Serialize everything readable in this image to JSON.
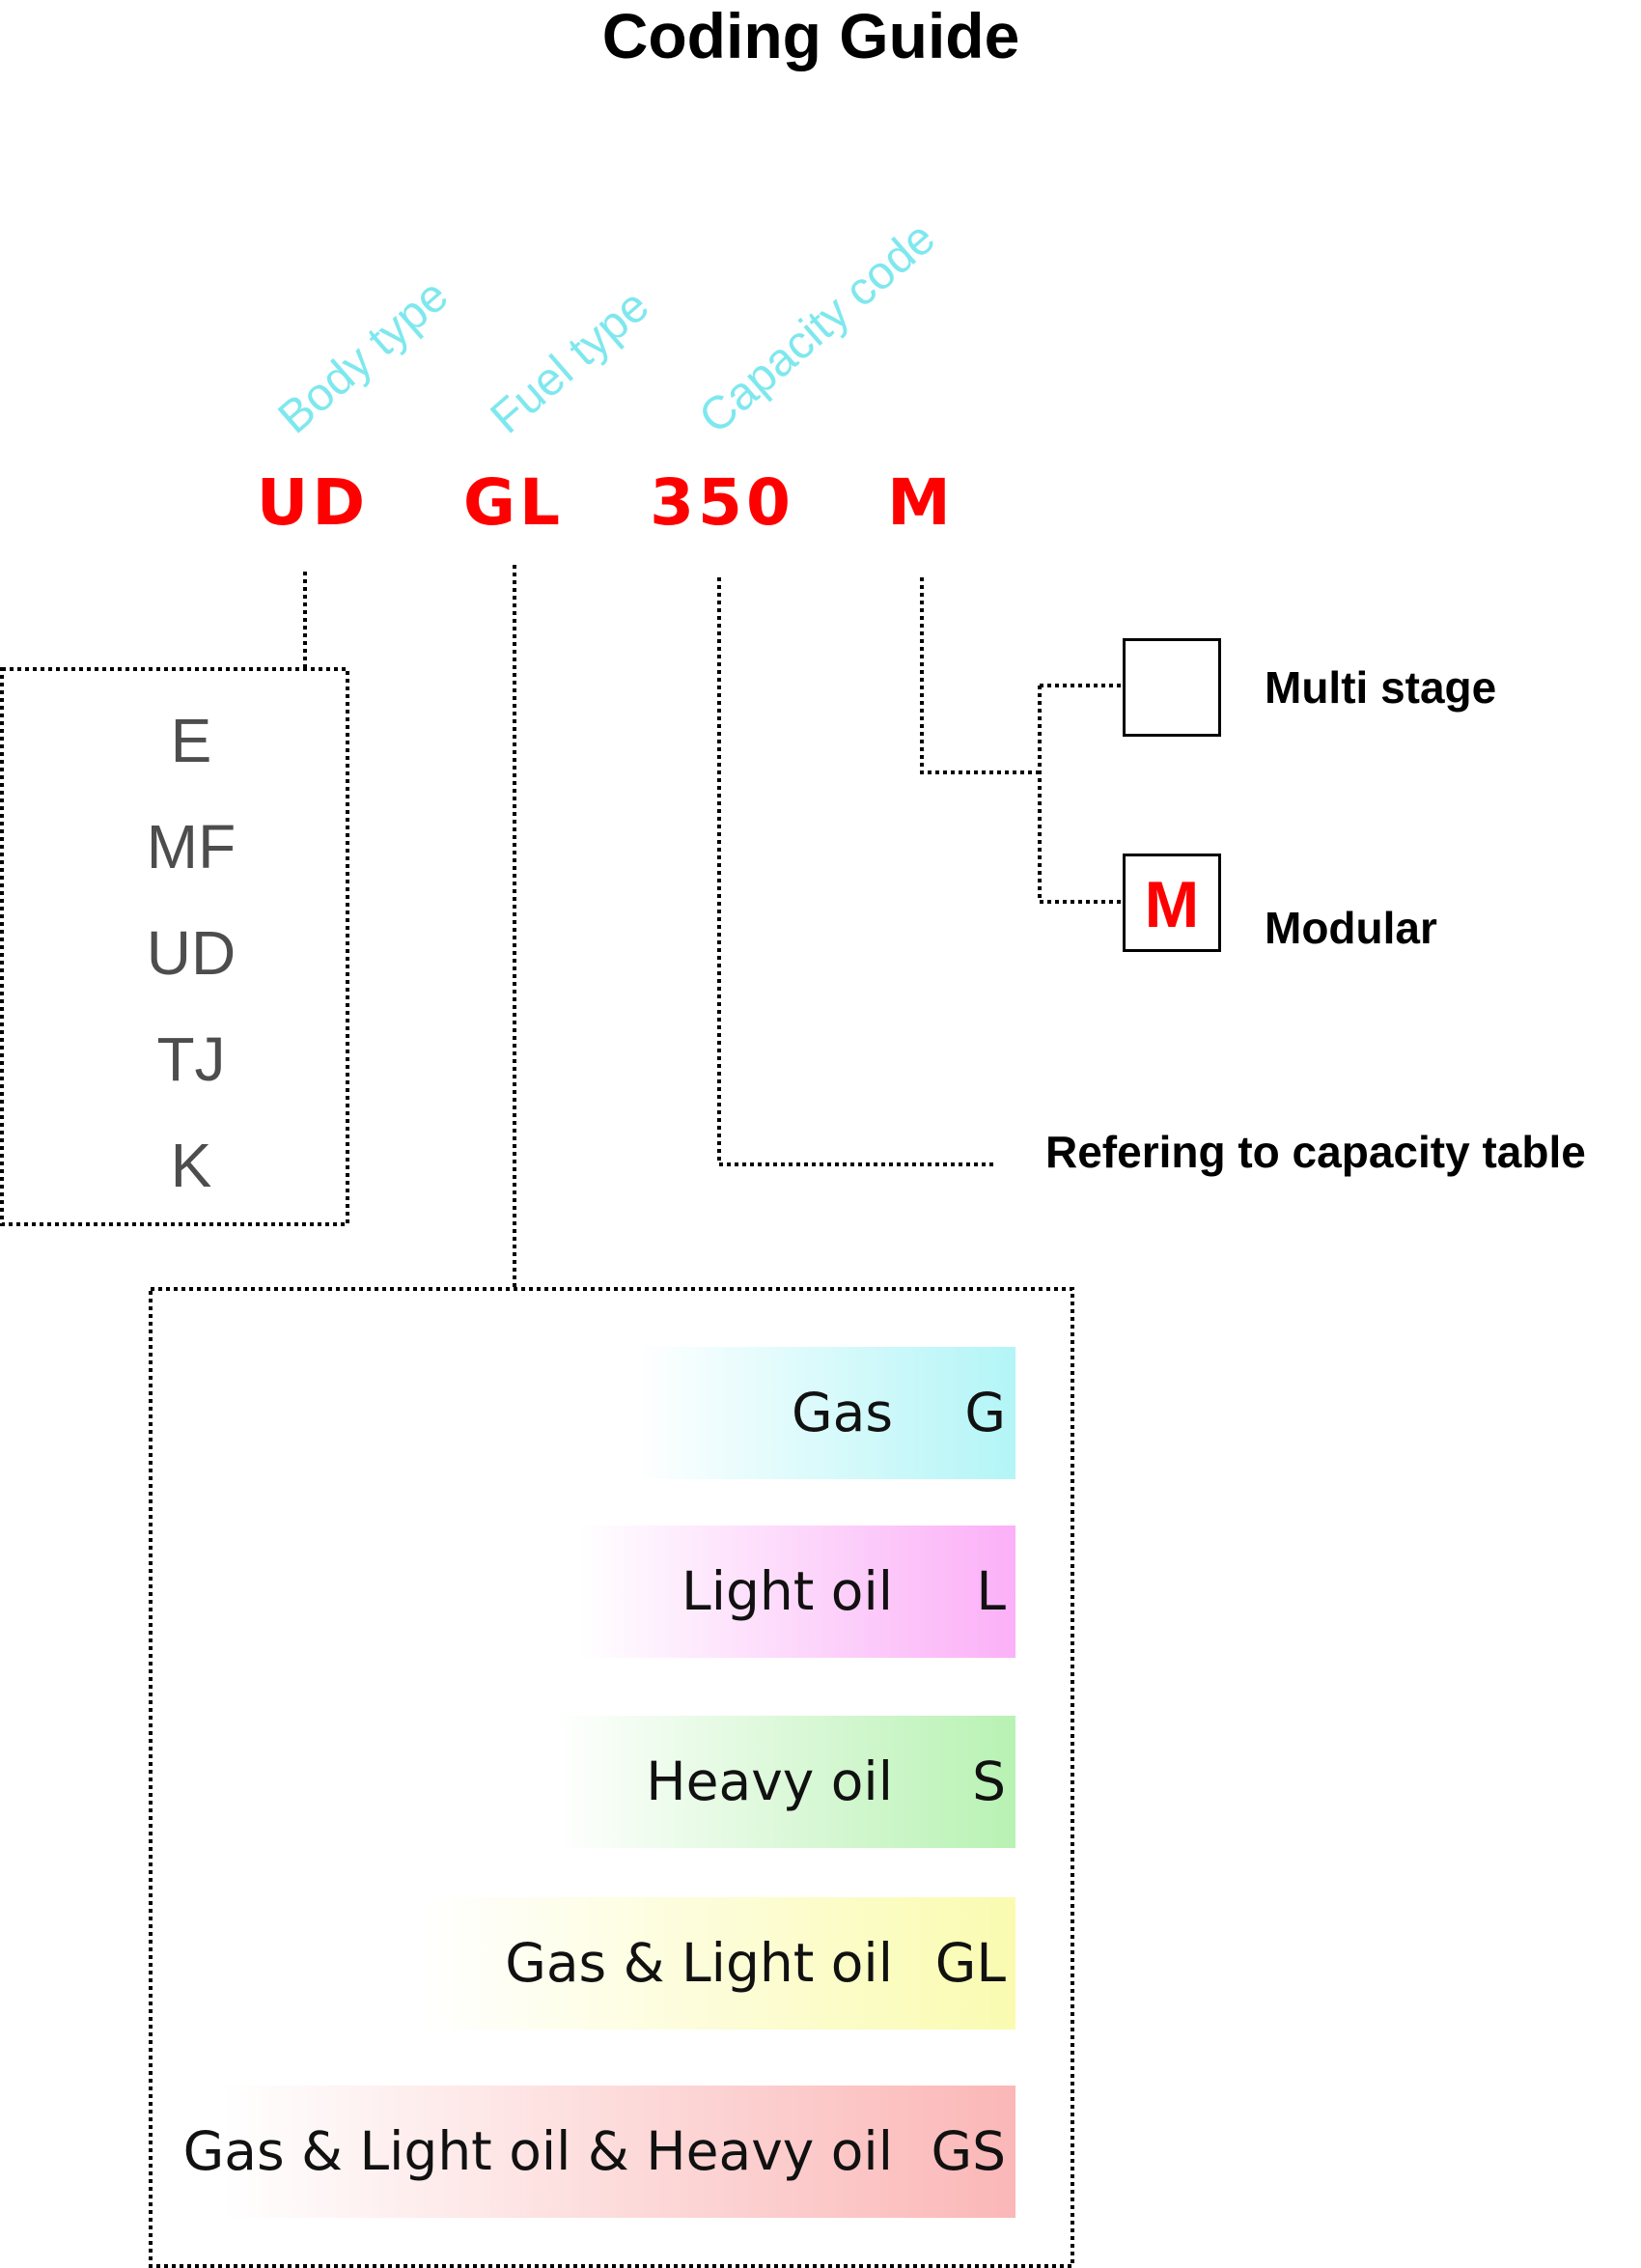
{
  "title": "Coding Guide",
  "colors": {
    "code": "#ff0000",
    "category_label": "#7ee8ee",
    "body_items": "#4d4d4d"
  },
  "categories": [
    {
      "label": "Body type"
    },
    {
      "label": "Fuel type"
    },
    {
      "label": "Capacity code"
    }
  ],
  "code_segments": [
    "UD",
    "GL",
    "350",
    "M"
  ],
  "body_types": [
    "E",
    "MF",
    "UD",
    "TJ",
    "K"
  ],
  "stage_options": [
    {
      "box": "",
      "label": "Multi stage"
    },
    {
      "box": "M",
      "label": "Modular"
    }
  ],
  "capacity_note": "Refering to capacity table",
  "fuel_types": [
    {
      "name": "Gas",
      "code": "G",
      "color": "#b3f5f7"
    },
    {
      "name": "Light oil",
      "code": "L",
      "color": "#fbb0f7"
    },
    {
      "name": "Heavy oil",
      "code": "S",
      "color": "#b8f2b3"
    },
    {
      "name": "Gas & Light oil",
      "code": "GL",
      "color": "#fafbb0"
    },
    {
      "name": "Gas & Light oil & Heavy oil",
      "code": "GS",
      "color": "#fbb7b7"
    }
  ]
}
